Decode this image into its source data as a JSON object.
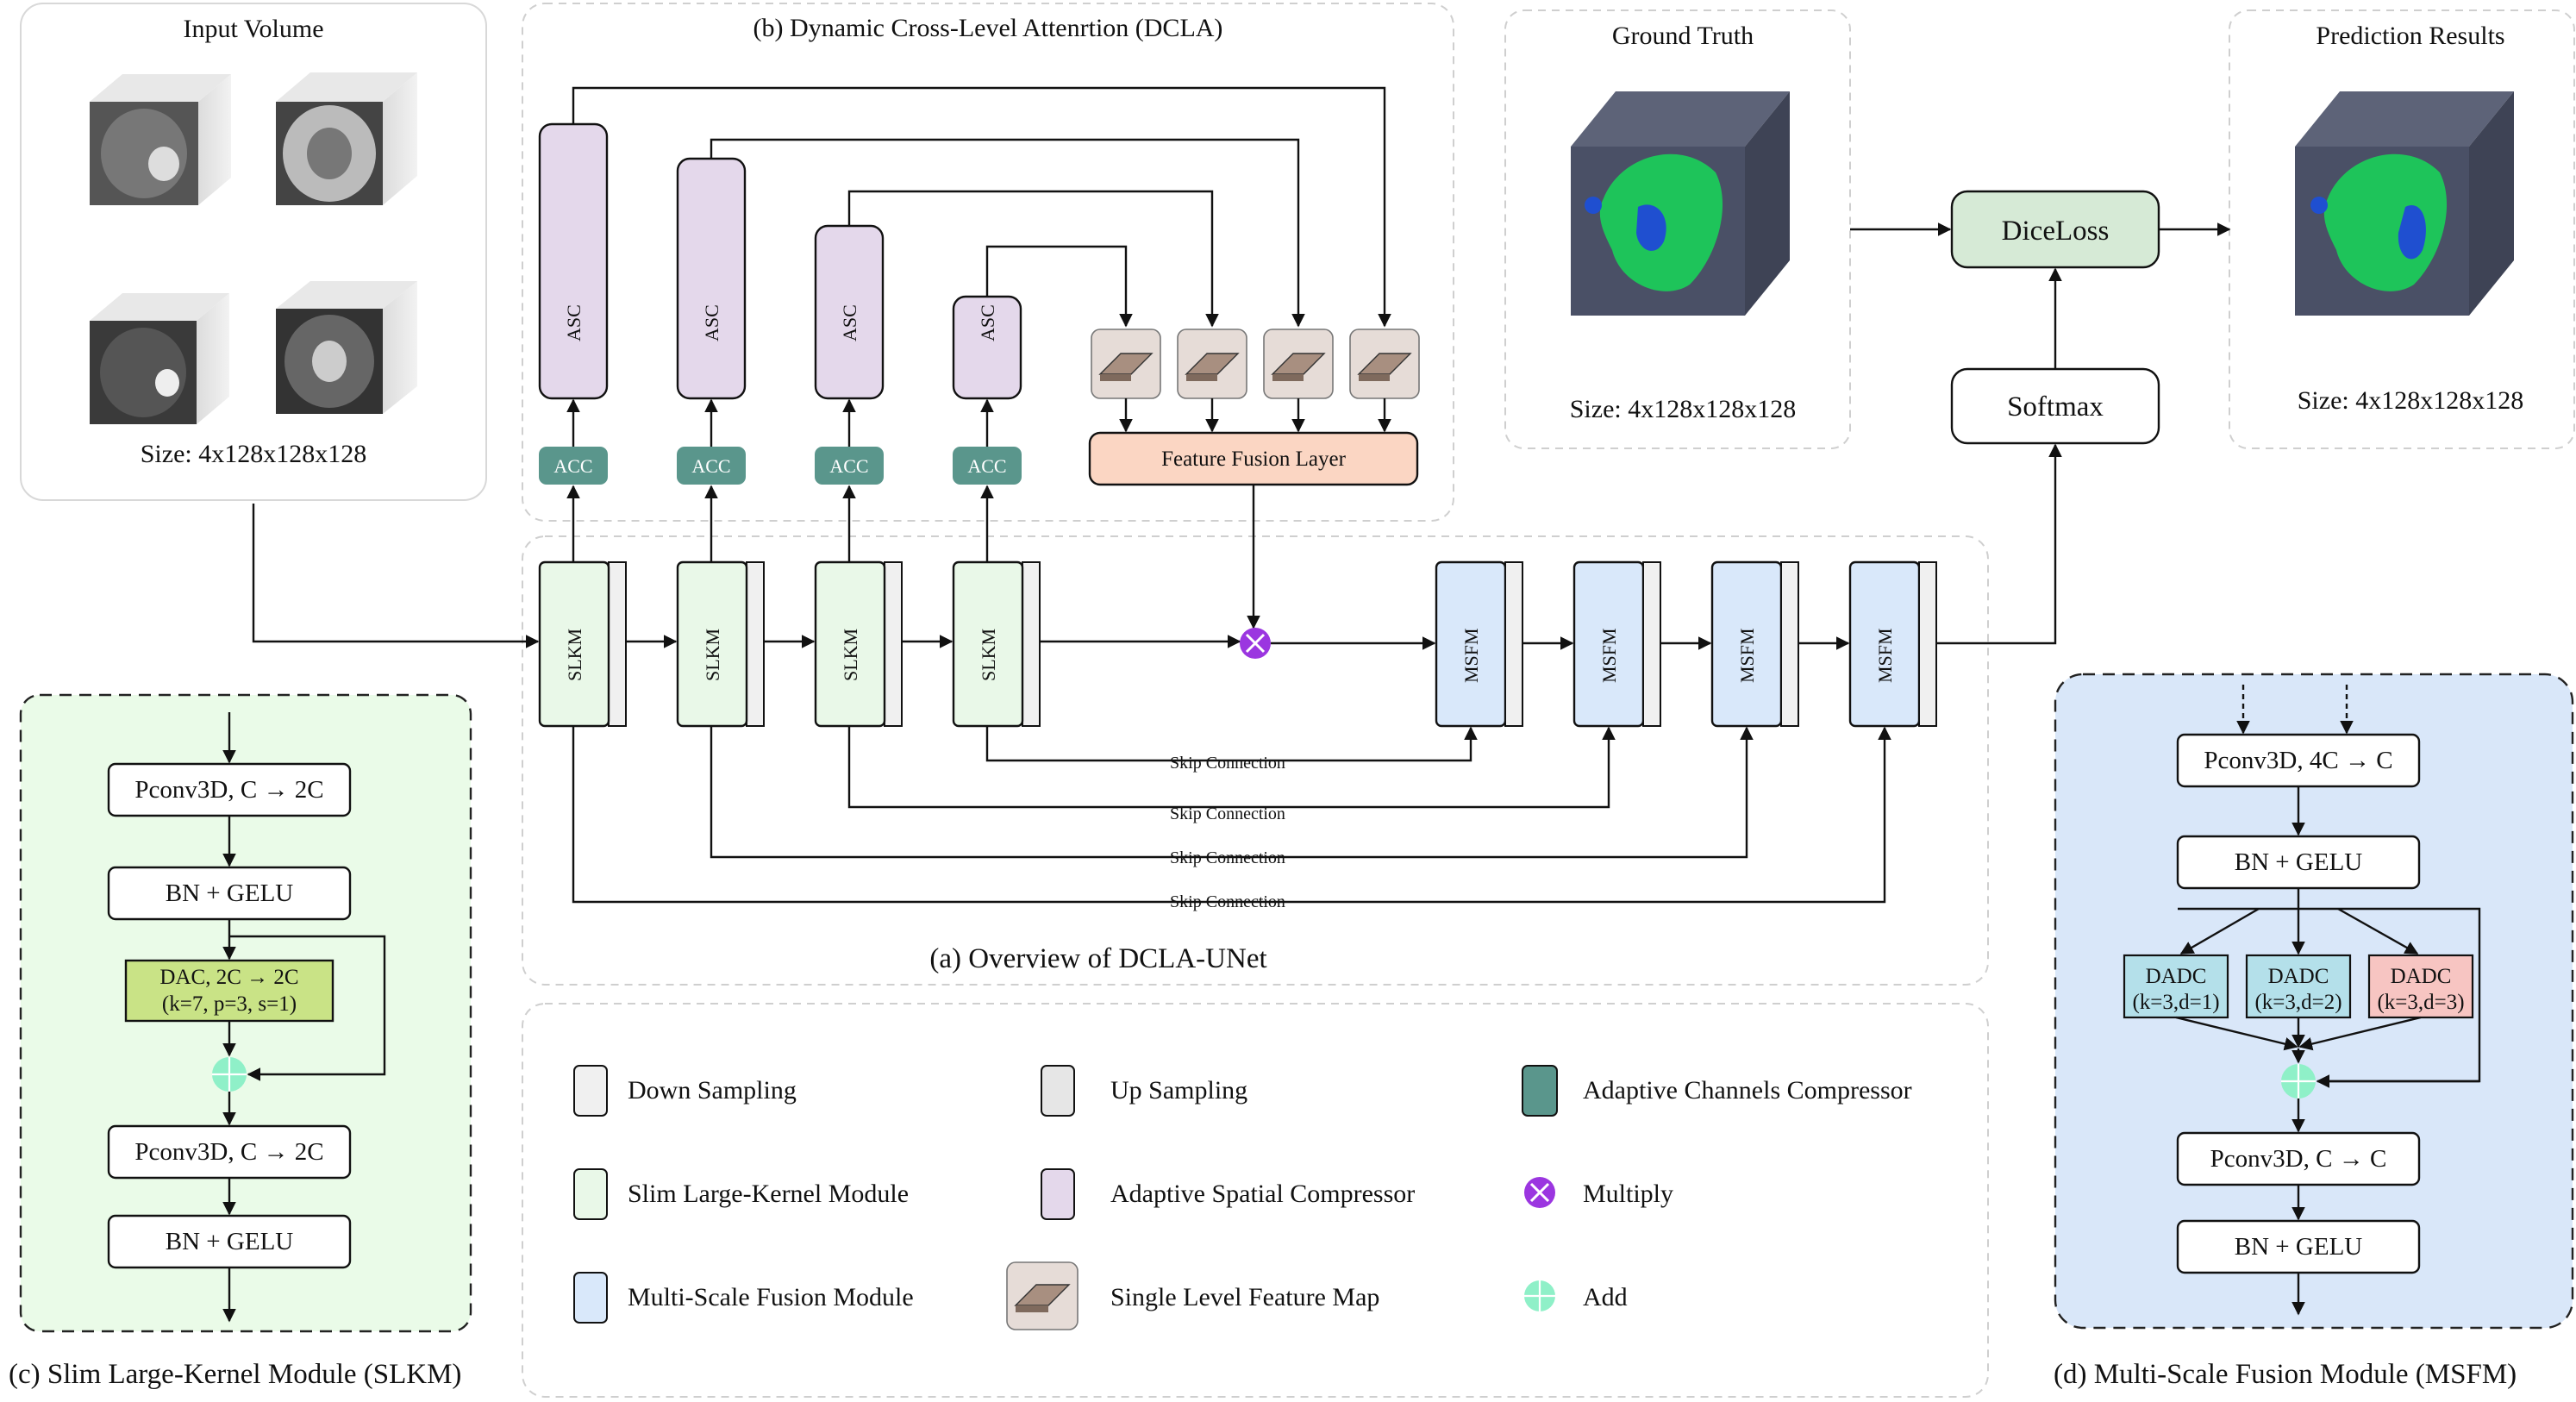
{
  "input_panel": {
    "title": "Input Volume",
    "size": "Size: 4x128x128x128"
  },
  "dcla": {
    "title": "(b) Dynamic Cross-Level Attenrtion (DCLA)",
    "asc_label": "ASC",
    "acc_label": "ACC",
    "fusion_label": "Feature Fusion Layer"
  },
  "ground_truth": {
    "title": "Ground Truth",
    "size": "Size: 4x128x128x128"
  },
  "prediction": {
    "title": "Prediction Results",
    "size": "Size: 4x128x128x128"
  },
  "loss": {
    "dice": "DiceLoss",
    "softmax": "Softmax"
  },
  "overview": {
    "caption": "(a)  Overview of DCLA-UNet",
    "slkm_label": "SLKM",
    "msfm_label": "MSFM",
    "skip_label": "Skip Connection"
  },
  "slkm_module": {
    "caption": "(c)  Slim Large-Kernel Module (SLKM)",
    "step1": "Pconv3D, C → 2C",
    "step2": "BN + GELU",
    "dac_line1": "DAC, 2C → 2C",
    "dac_line2": "(k=7, p=3, s=1)",
    "step4": "Pconv3D, C → 2C",
    "step5": "BN + GELU"
  },
  "msfm_module": {
    "caption": "(d)  Multi-Scale Fusion Module (MSFM)",
    "step1": "Pconv3D, 4C → C",
    "step2": "BN + GELU",
    "dadc": [
      {
        "name": "DADC",
        "params": "(k=3,d=1)"
      },
      {
        "name": "DADC",
        "params": "(k=3,d=2)"
      },
      {
        "name": "DADC",
        "params": "(k=3,d=3)"
      }
    ],
    "step4": "Pconv3D, C → C",
    "step5": "BN + GELU"
  },
  "legend": {
    "down_sampling": "Down Sampling",
    "up_sampling": "Up Sampling",
    "acc": "Adaptive Channels Compressor",
    "slkm": "Slim Large-Kernel Module",
    "asc": "Adaptive Spatial Compressor",
    "multiply": "Multiply",
    "msfm": "Multi-Scale Fusion Module",
    "feature_map": "Single Level Feature Map",
    "add": "Add"
  },
  "colors": {
    "slkm_fill": "#e9f8e8",
    "msfm_fill": "#d9e8fa",
    "asc_fill": "#e4d8eb",
    "acc_fill": "#5a968c",
    "fusion_fill": "#fbd6c3",
    "dice_fill": "#d6ead6",
    "dac_fill": "#c9e386",
    "dadc_blue": "#b4e0ea",
    "dadc_red": "#f7c5c2",
    "add_fill": "#8ff0c8",
    "multiply_fill": "#9b36e0",
    "map_fill": "#a88f80",
    "ssfm_panel_fill": "#eafbe8",
    "msfm_panel_fill": "#d9e7f9"
  }
}
